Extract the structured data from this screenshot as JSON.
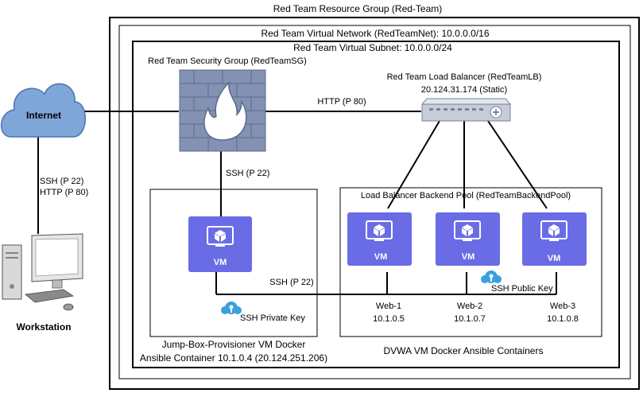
{
  "resource_group": "Red Team Resource Group (Red-Team)",
  "vnet": "Red Team Virtual Network (RedTeamNet): 10.0.0.0/16",
  "subnet": "Red Team Virtual Subnet: 10.0.0.0/24",
  "nsg": "Red Team Security Group (RedTeamSG)",
  "lb": {
    "name": "Red Team Load Balancer (RedTeamLB)",
    "ip": "20.124.31.174 (Static)"
  },
  "internet": "Internet",
  "workstation": "Workstation",
  "links": {
    "internet_ssh": "SSH (P 22)",
    "internet_http": "HTTP (P 80)",
    "nsg_lb_http": "HTTP (P 80)",
    "nsg_jump_ssh": "SSH (P 22)",
    "jump_web_ssh": "SSH (P 22)"
  },
  "backend_pool": "Load Balancer Backend Pool (RedTeamBackendPool)",
  "jumpbox": {
    "vm_label": "VM",
    "caption_line1": "Jump-Box-Provisioner VM Docker",
    "caption_line2": "Ansible Container 10.1.0.4 (20.124.251.206)",
    "key_label": "SSH Private Key"
  },
  "web_vms": [
    {
      "vm_label": "VM",
      "name": "Web-1",
      "ip": "10.1.0.5"
    },
    {
      "vm_label": "VM",
      "name": "Web-2",
      "ip": "10.1.0.7"
    },
    {
      "vm_label": "VM",
      "name": "Web-3",
      "ip": "10.1.0.8"
    }
  ],
  "public_key_label": "SSH Public Key",
  "dvwa_caption": "DVWA VM Docker Ansible Containers",
  "colors": {
    "vm_fill": "#6a6ce6",
    "cloud_fill": "#7fa6d8",
    "firewall_fill": "#8391b3",
    "lb_fill": "#c7ccd9",
    "key_fill": "#3aa0e0"
  }
}
